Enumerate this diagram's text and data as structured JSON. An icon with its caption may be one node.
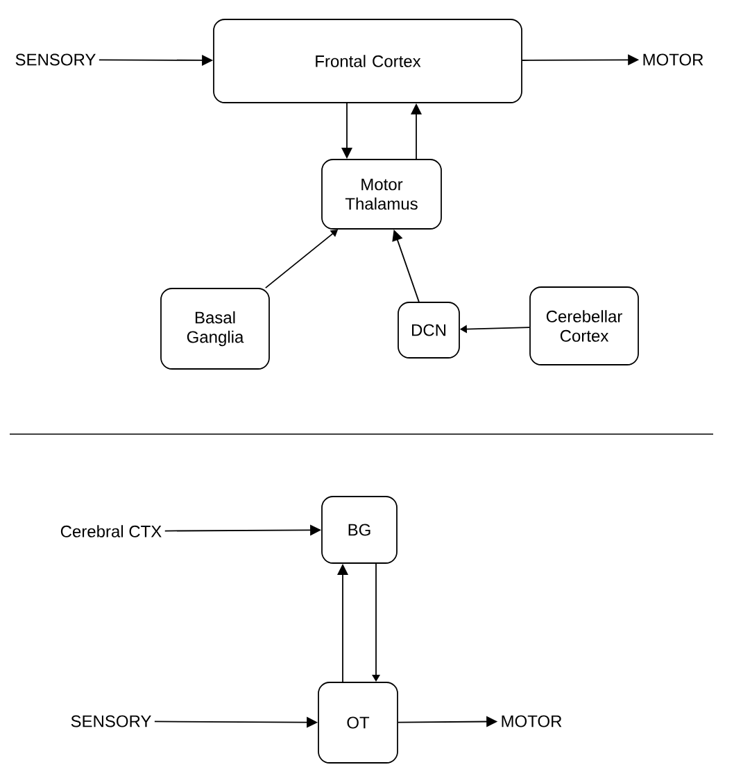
{
  "diagram": {
    "nodes": [
      {
        "text": [
          "SENSORY"
        ]
      },
      {
        "text": [
          "Frontal Cortex"
        ]
      },
      {
        "text": [
          "MOTOR"
        ]
      },
      {
        "text": [
          "Motor Thalamus"
        ]
      },
      {
        "text": [
          "Basal Ganglia"
        ]
      },
      {
        "text": [
          "DCN"
        ]
      },
      {
        "text": [
          "Cerebellar Cortex"
        ]
      },
      {
        "text": [
          "Cerebral CTX"
        ]
      },
      {
        "text": [
          "BG"
        ]
      },
      {
        "text": [
          "SENSORY"
        ]
      },
      {
        "text": [
          "OT"
        ]
      },
      {
        "text": [
          "MOTOR"
        ]
      }
    ],
    "edges": [
      {
        "from": 0,
        "to": 1,
        "arrow": "to"
      },
      {
        "from": 1,
        "to": 2,
        "arrow": "to"
      },
      {
        "from": 1,
        "to": 3,
        "arrow": "to"
      },
      {
        "from": 3,
        "to": 1,
        "arrow": "to"
      },
      {
        "from": 4,
        "to": 3,
        "arrow": "to"
      },
      {
        "from": 5,
        "to": 3,
        "arrow": "to"
      },
      {
        "from": 6,
        "to": 5,
        "arrow": "to"
      },
      {
        "from": 7,
        "to": 8,
        "arrow": "to"
      },
      {
        "from": 10,
        "to": 8,
        "arrow": "to"
      },
      {
        "from": 8,
        "to": 10,
        "arrow": "to"
      },
      {
        "from": 9,
        "to": 10,
        "arrow": "to"
      },
      {
        "from": 10,
        "to": 11,
        "arrow": "to"
      }
    ]
  }
}
